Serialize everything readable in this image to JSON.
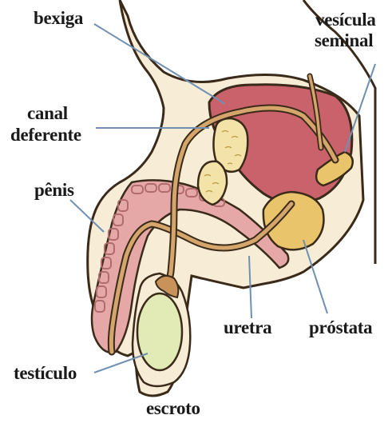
{
  "labels": {
    "bladder": "bexiga",
    "seminal_vesicle_line1": "vesícula",
    "seminal_vesicle_line2": "seminal",
    "vas_deferens_line1": "canal",
    "vas_deferens_line2": "deferente",
    "penis": "pênis",
    "urethra": "uretra",
    "prostate": "próstata",
    "testicle": "testículo",
    "scrotum": "escroto"
  },
  "colors": {
    "body_fill": "#f7ecd6",
    "bladder": "#c9626a",
    "penis_tissue": "#e6a8a6",
    "prostate": "#e9c46a",
    "testicle": "#e2eab6",
    "tube": "#d4a66c",
    "outline": "#3a2a1a",
    "leader": "#6f8fb3"
  }
}
